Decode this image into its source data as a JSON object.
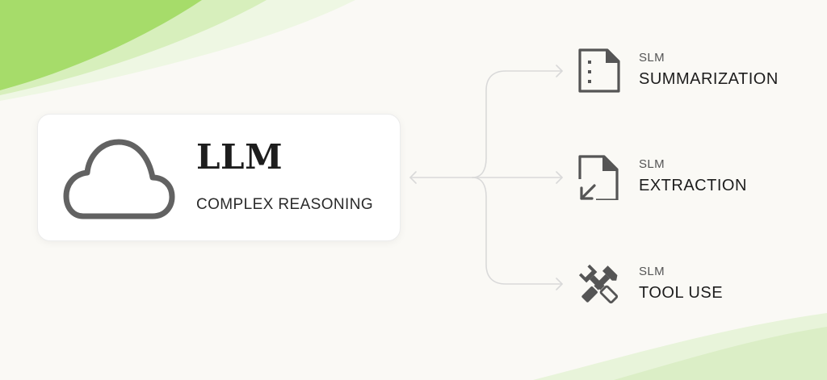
{
  "colors": {
    "background": "#faf9f5",
    "accent_green": "#a6dc6a",
    "accent_green_light": "#e3f3cf",
    "connector": "#d9d9d9",
    "icon": "#555555",
    "text_dark": "#1d1d1d"
  },
  "llm": {
    "icon": "cloud-icon",
    "title": "LLM",
    "subtitle": "COMPLEX REASONING"
  },
  "slms": [
    {
      "icon": "document-icon",
      "small": "SLM",
      "label": "SUMMARIZATION"
    },
    {
      "icon": "file-extract-icon",
      "small": "SLM",
      "label": "EXTRACTION"
    },
    {
      "icon": "tools-icon",
      "small": "SLM",
      "label": "TOOL USE"
    }
  ]
}
